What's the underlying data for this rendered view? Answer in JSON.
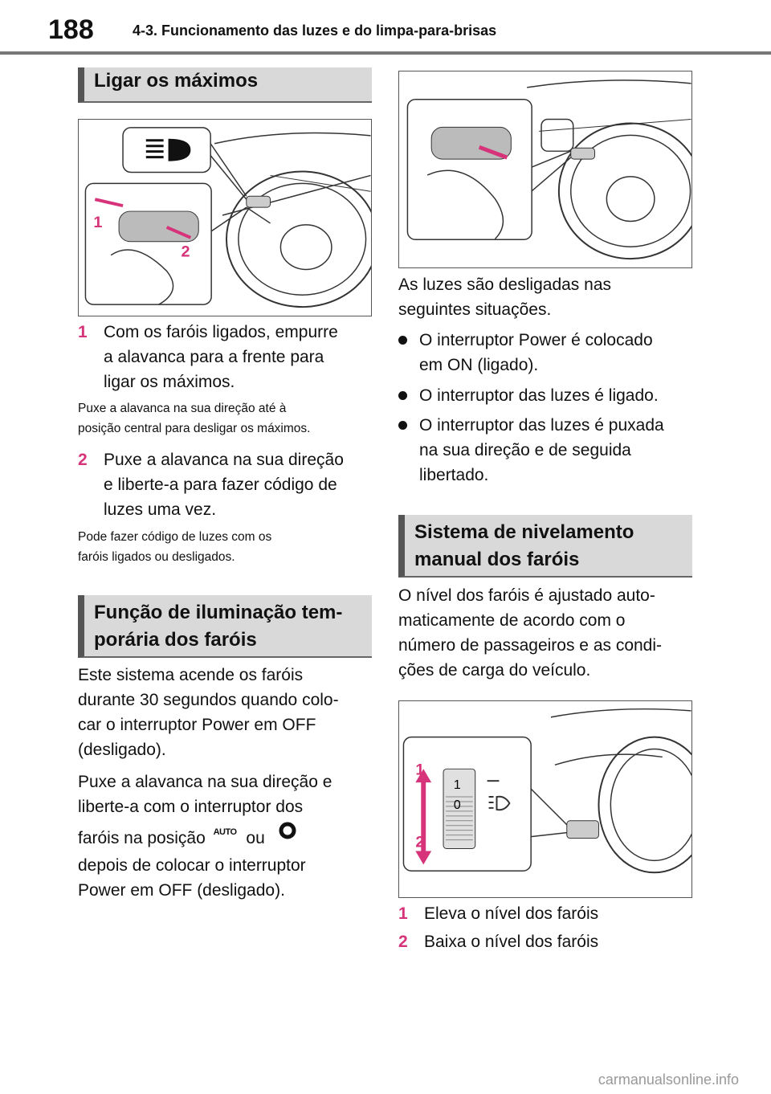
{
  "header": {
    "page_number": "188",
    "chapter": "4-3. Funcionamento das luzes e do limpa-para-brisas"
  },
  "left": {
    "section1_title": "Ligar os máximos",
    "fig1_labels": [
      "1",
      "2"
    ],
    "step1_num": "1",
    "step1_lines": [
      "Com os faróis ligados, empurre",
      "a alavanca para a frente para",
      "ligar os máximos."
    ],
    "note1_lines": [
      "Puxe a alavanca na sua direção até à",
      "posição central para desligar os máximos."
    ],
    "step2_num": "2",
    "step2_lines": [
      "Puxe a alavanca na sua direção",
      "e liberte-a para fazer código de",
      "luzes uma vez."
    ],
    "note2_lines": [
      "Pode fazer código de luzes com os",
      "faróis ligados ou desligados."
    ],
    "section2_title_lines": [
      "Função de iluminação tem-",
      "porária dos faróis"
    ],
    "para1_lines": [
      "Este sistema acende os faróis",
      "durante 30 segundos quando colo-",
      "car o interruptor Power em OFF",
      "(desligado)."
    ],
    "para2_lines": [
      "Puxe a alavanca na sua direção e",
      "liberte-a com o interruptor dos"
    ],
    "para2_icon_line_pre": "faróis na posição",
    "auto_icon_text": "AUTO",
    "para2_icon_line_mid": "ou",
    "para2_after_lines": [
      "depois de colocar o interruptor",
      "Power em OFF (desligado)."
    ]
  },
  "right": {
    "intro_lines": [
      "As luzes são desligadas nas",
      "seguintes situações."
    ],
    "bullets": [
      [
        "O interruptor Power é colocado",
        "em ON (ligado)."
      ],
      [
        "O interruptor das luzes é ligado."
      ],
      [
        "O interruptor das luzes é puxada",
        "na sua direção e de seguida",
        "libertado."
      ]
    ],
    "section3_title_lines": [
      "Sistema de nivelamento",
      "manual dos faróis"
    ],
    "para_lines": [
      "O nível dos faróis é ajustado auto-",
      "maticamente de acordo com o",
      "número de passageiros e as condi-",
      "ções de carga do veículo."
    ],
    "fig3_labels": [
      "1",
      "2"
    ],
    "fig3_dial_labels": [
      "1",
      "0"
    ],
    "item1_num": "1",
    "item1_text": "Eleva o nível dos faróis",
    "item2_num": "2",
    "item2_text": "Baixa o nível dos faróis"
  },
  "footer": {
    "watermark": "carmanualsonline.info"
  },
  "colors": {
    "accent": "#d6337a",
    "heading_bg": "#d9d9d9",
    "heading_bar": "#555555"
  }
}
